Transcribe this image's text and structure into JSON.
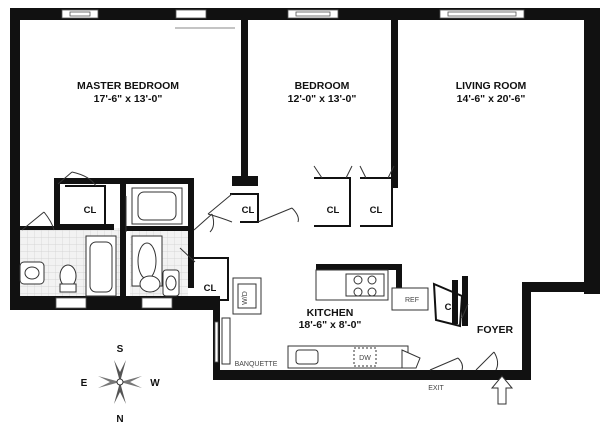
{
  "rooms": {
    "master_bedroom": {
      "name": "MASTER BEDROOM",
      "size": "17'-6\" x 13'-0\""
    },
    "bedroom": {
      "name": "BEDROOM",
      "size": "12'-0\" x 13'-0\""
    },
    "living_room": {
      "name": "LIVING ROOM",
      "size": "14'-6\" x 20'-6\""
    },
    "kitchen": {
      "name": "KITCHEN",
      "size": "18'-6\" x 8'-0\""
    },
    "foyer": {
      "name": "FOYER"
    }
  },
  "closets": [
    "CL",
    "CL",
    "CL",
    "CL",
    "CL",
    "CL"
  ],
  "fixtures": {
    "washer_dryer": "W/D",
    "refrigerator": "REF",
    "dishwasher": "DW",
    "banquette": "BANQUETTE",
    "exit": "EXIT"
  },
  "compass": {
    "north": "N",
    "south": "S",
    "east": "E",
    "west": "W"
  },
  "colors": {
    "wall": "#111111",
    "tile": "#e6e6e6",
    "fixture": "#ffffff"
  }
}
